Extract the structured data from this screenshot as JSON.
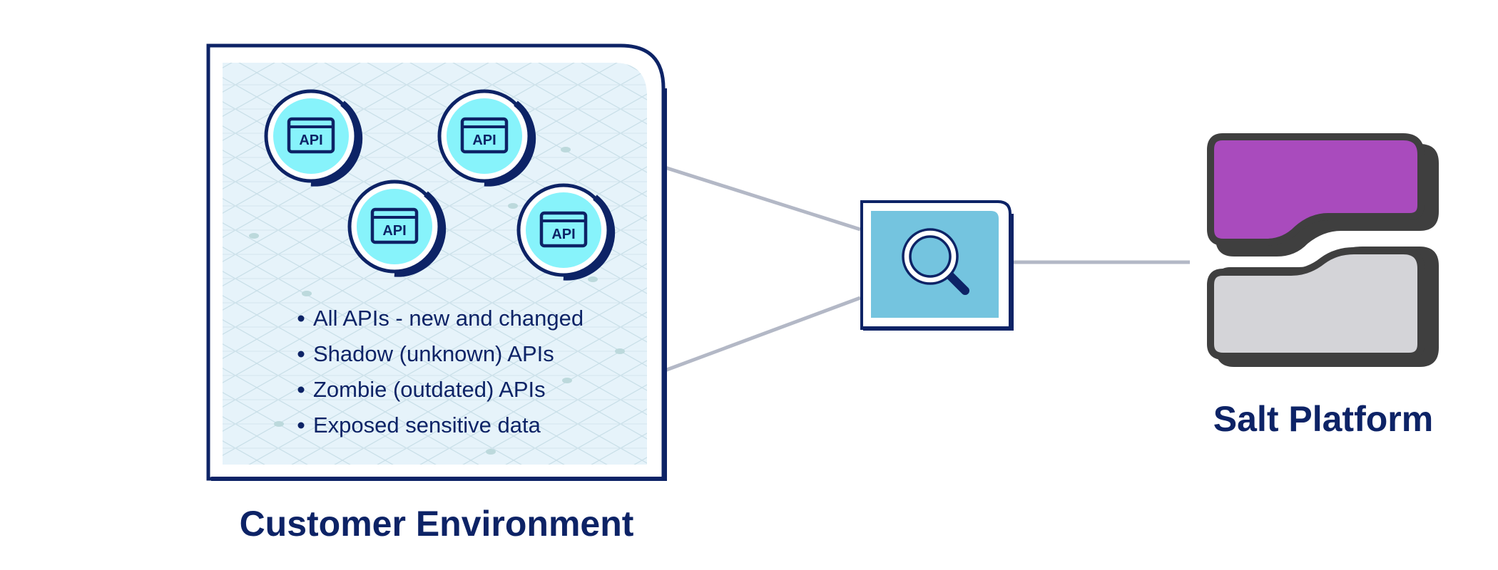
{
  "diagram": {
    "customer_environment": {
      "label": "Customer Environment",
      "api_badges": [
        {
          "text": "API"
        },
        {
          "text": "API"
        },
        {
          "text": "API"
        },
        {
          "text": "API"
        }
      ],
      "discoveries": [
        "All APIs - new and changed",
        "Shadow (unknown) APIs",
        "Zombie (outdated) APIs",
        "Exposed sensitive data"
      ]
    },
    "scanner": {
      "icon": "magnifying-glass-icon"
    },
    "salt_platform": {
      "label": "Salt Platform",
      "icon": "salt-logo-icon"
    },
    "colors": {
      "navy": "#0d2366",
      "cyan_badge": "#87f3fb",
      "environment_fill": "#e6f3fa",
      "scanner_fill": "#74c4df",
      "connector": "#b3b8c6",
      "salt_purple": "#a94bbd",
      "salt_grey": "#d4d4d8",
      "salt_shadow": "#3f3f3f"
    }
  }
}
